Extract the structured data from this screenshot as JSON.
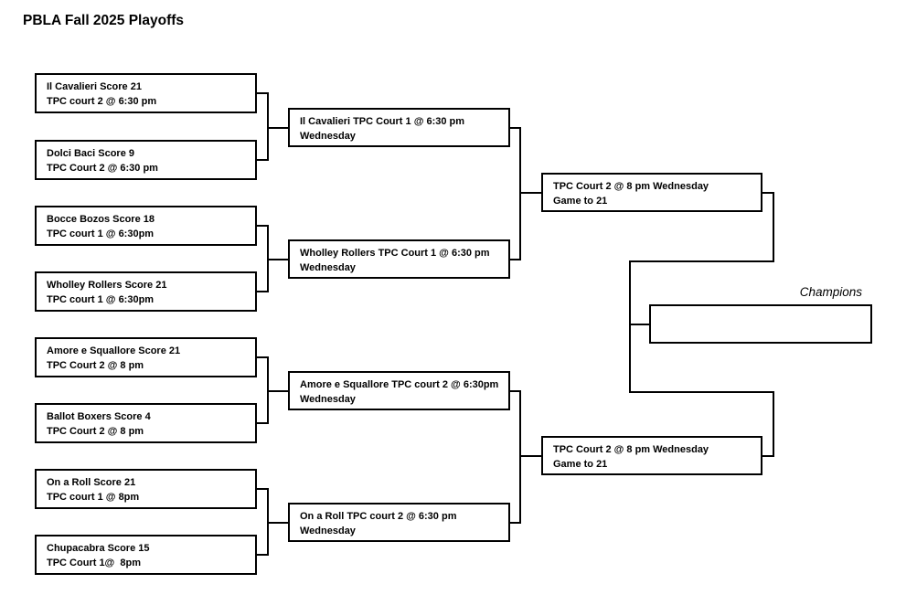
{
  "title": "PBLA Fall 2025 Playoffs",
  "champions_label": "Champions",
  "colors": {
    "line": "#000000",
    "background": "#ffffff",
    "text": "#000000"
  },
  "bracket": {
    "round1": [
      {
        "line1": "Il Cavalieri Score 21",
        "line2": "TPC court 2 @ 6:30 pm"
      },
      {
        "line1": "Dolci Baci Score 9",
        "line2": "TPC Court 2 @ 6:30 pm"
      },
      {
        "line1": "Bocce Bozos Score 18",
        "line2": "TPC court 1 @ 6:30pm"
      },
      {
        "line1": "Wholley Rollers Score 21",
        "line2": "TPC court 1 @ 6:30pm"
      },
      {
        "line1": "Amore e Squallore Score 21",
        "line2": "TPC Court 2 @ 8 pm"
      },
      {
        "line1": "Ballot Boxers Score 4",
        "line2": "TPC Court 2 @ 8 pm"
      },
      {
        "line1": "On a Roll Score 21",
        "line2": "TPC court 1 @ 8pm"
      },
      {
        "line1": "Chupacabra Score 15",
        "line2": "TPC Court 1@  8pm"
      }
    ],
    "round2": [
      {
        "line1": "Il Cavalieri TPC Court 1 @ 6:30 pm",
        "line2": "Wednesday"
      },
      {
        "line1": "Wholley Rollers TPC Court 1 @ 6:30 pm",
        "line2": "Wednesday"
      },
      {
        "line1": "Amore e Squallore TPC court 2 @ 6:30pm",
        "line2": "Wednesday"
      },
      {
        "line1": "On a Roll TPC court 2 @ 6:30 pm",
        "line2": "Wednesday"
      }
    ],
    "semifinals": [
      {
        "line1": "TPC Court 2 @ 8 pm Wednesday",
        "line2": "Game to 21"
      },
      {
        "line1": "TPC Court 2 @ 8 pm Wednesday",
        "line2": "Game to 21"
      }
    ],
    "final": {
      "line1": "",
      "line2": ""
    }
  }
}
